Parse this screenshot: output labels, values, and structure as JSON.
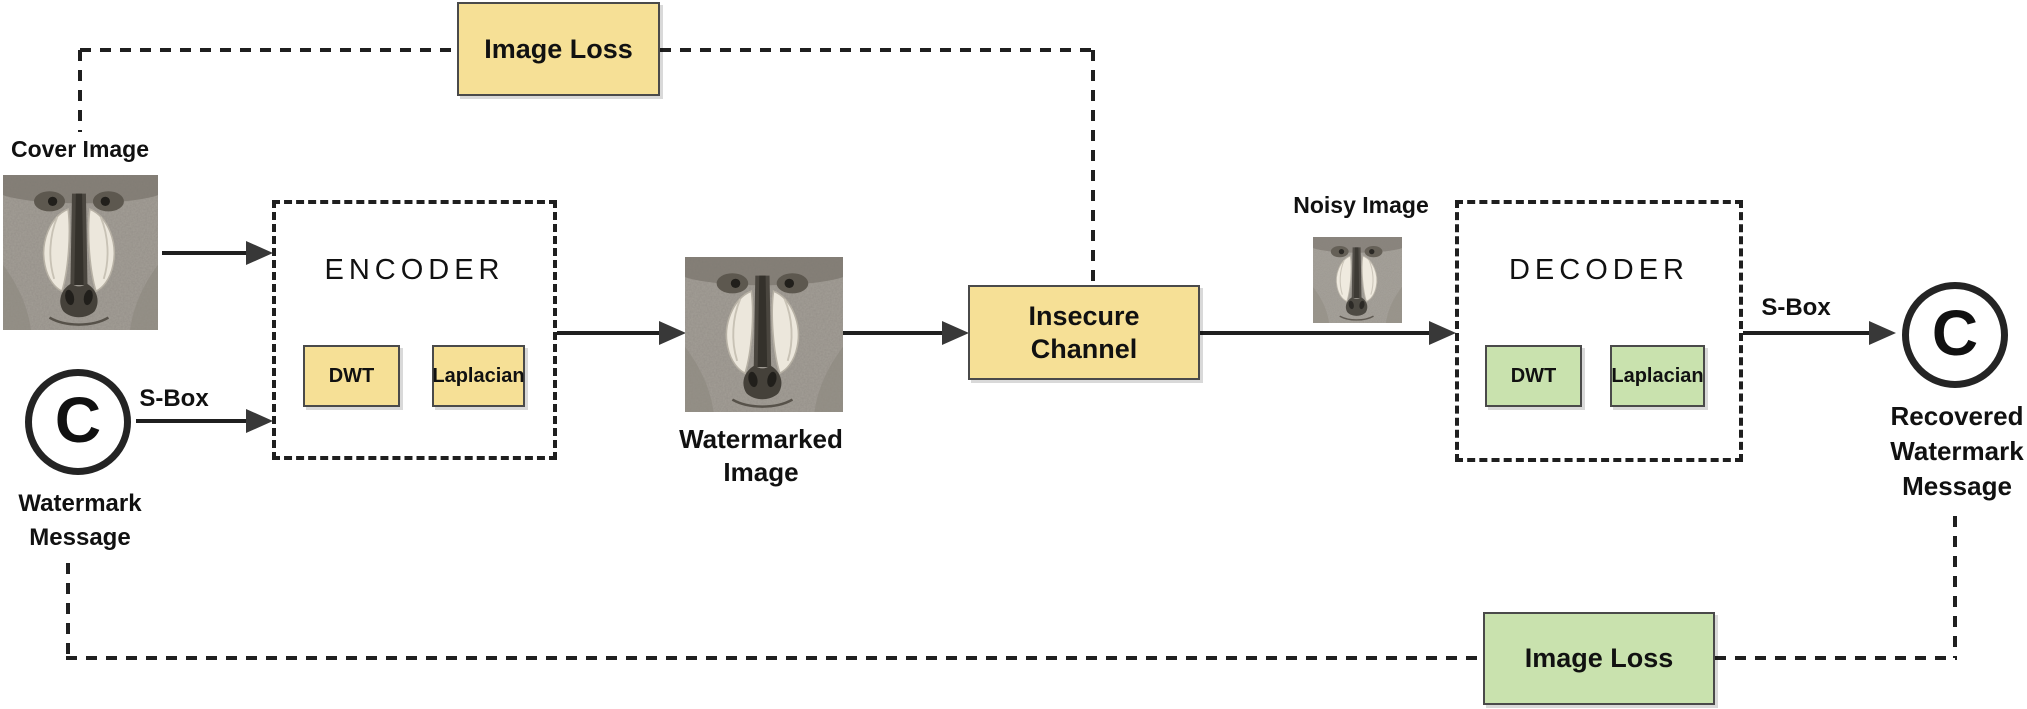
{
  "diagram": {
    "colors": {
      "yellow_fill": "#F6E096",
      "green_fill": "#C9E2AE",
      "box_border": "#4A4A4A",
      "line": "#1F1F1F",
      "arrow": "#383838",
      "text": "#111111",
      "background": "#FFFFFF"
    },
    "top_image_loss": {
      "label": "Image Loss"
    },
    "cover_image": {
      "label": "Cover Image"
    },
    "watermark_message": {
      "symbol": "C",
      "line1": "Watermark",
      "line2": "Message"
    },
    "sbox_left": {
      "label": "S-Box"
    },
    "encoder": {
      "title": "ENCODER",
      "blocks": [
        {
          "label": "DWT"
        },
        {
          "label": "Laplacian"
        }
      ]
    },
    "watermarked_image": {
      "line1": "Watermarked",
      "line2": "Image"
    },
    "insecure_channel": {
      "line1": "Insecure",
      "line2": "Channel"
    },
    "noisy_image": {
      "label": "Noisy Image"
    },
    "decoder": {
      "title": "DECODER",
      "blocks": [
        {
          "label": "DWT"
        },
        {
          "label": "Laplacian"
        }
      ]
    },
    "sbox_right": {
      "label": "S-Box"
    },
    "recovered_watermark": {
      "symbol": "C",
      "line1": "Recovered",
      "line2": "Watermark",
      "line3": "Message"
    },
    "bottom_image_loss": {
      "label": "Image Loss"
    }
  }
}
